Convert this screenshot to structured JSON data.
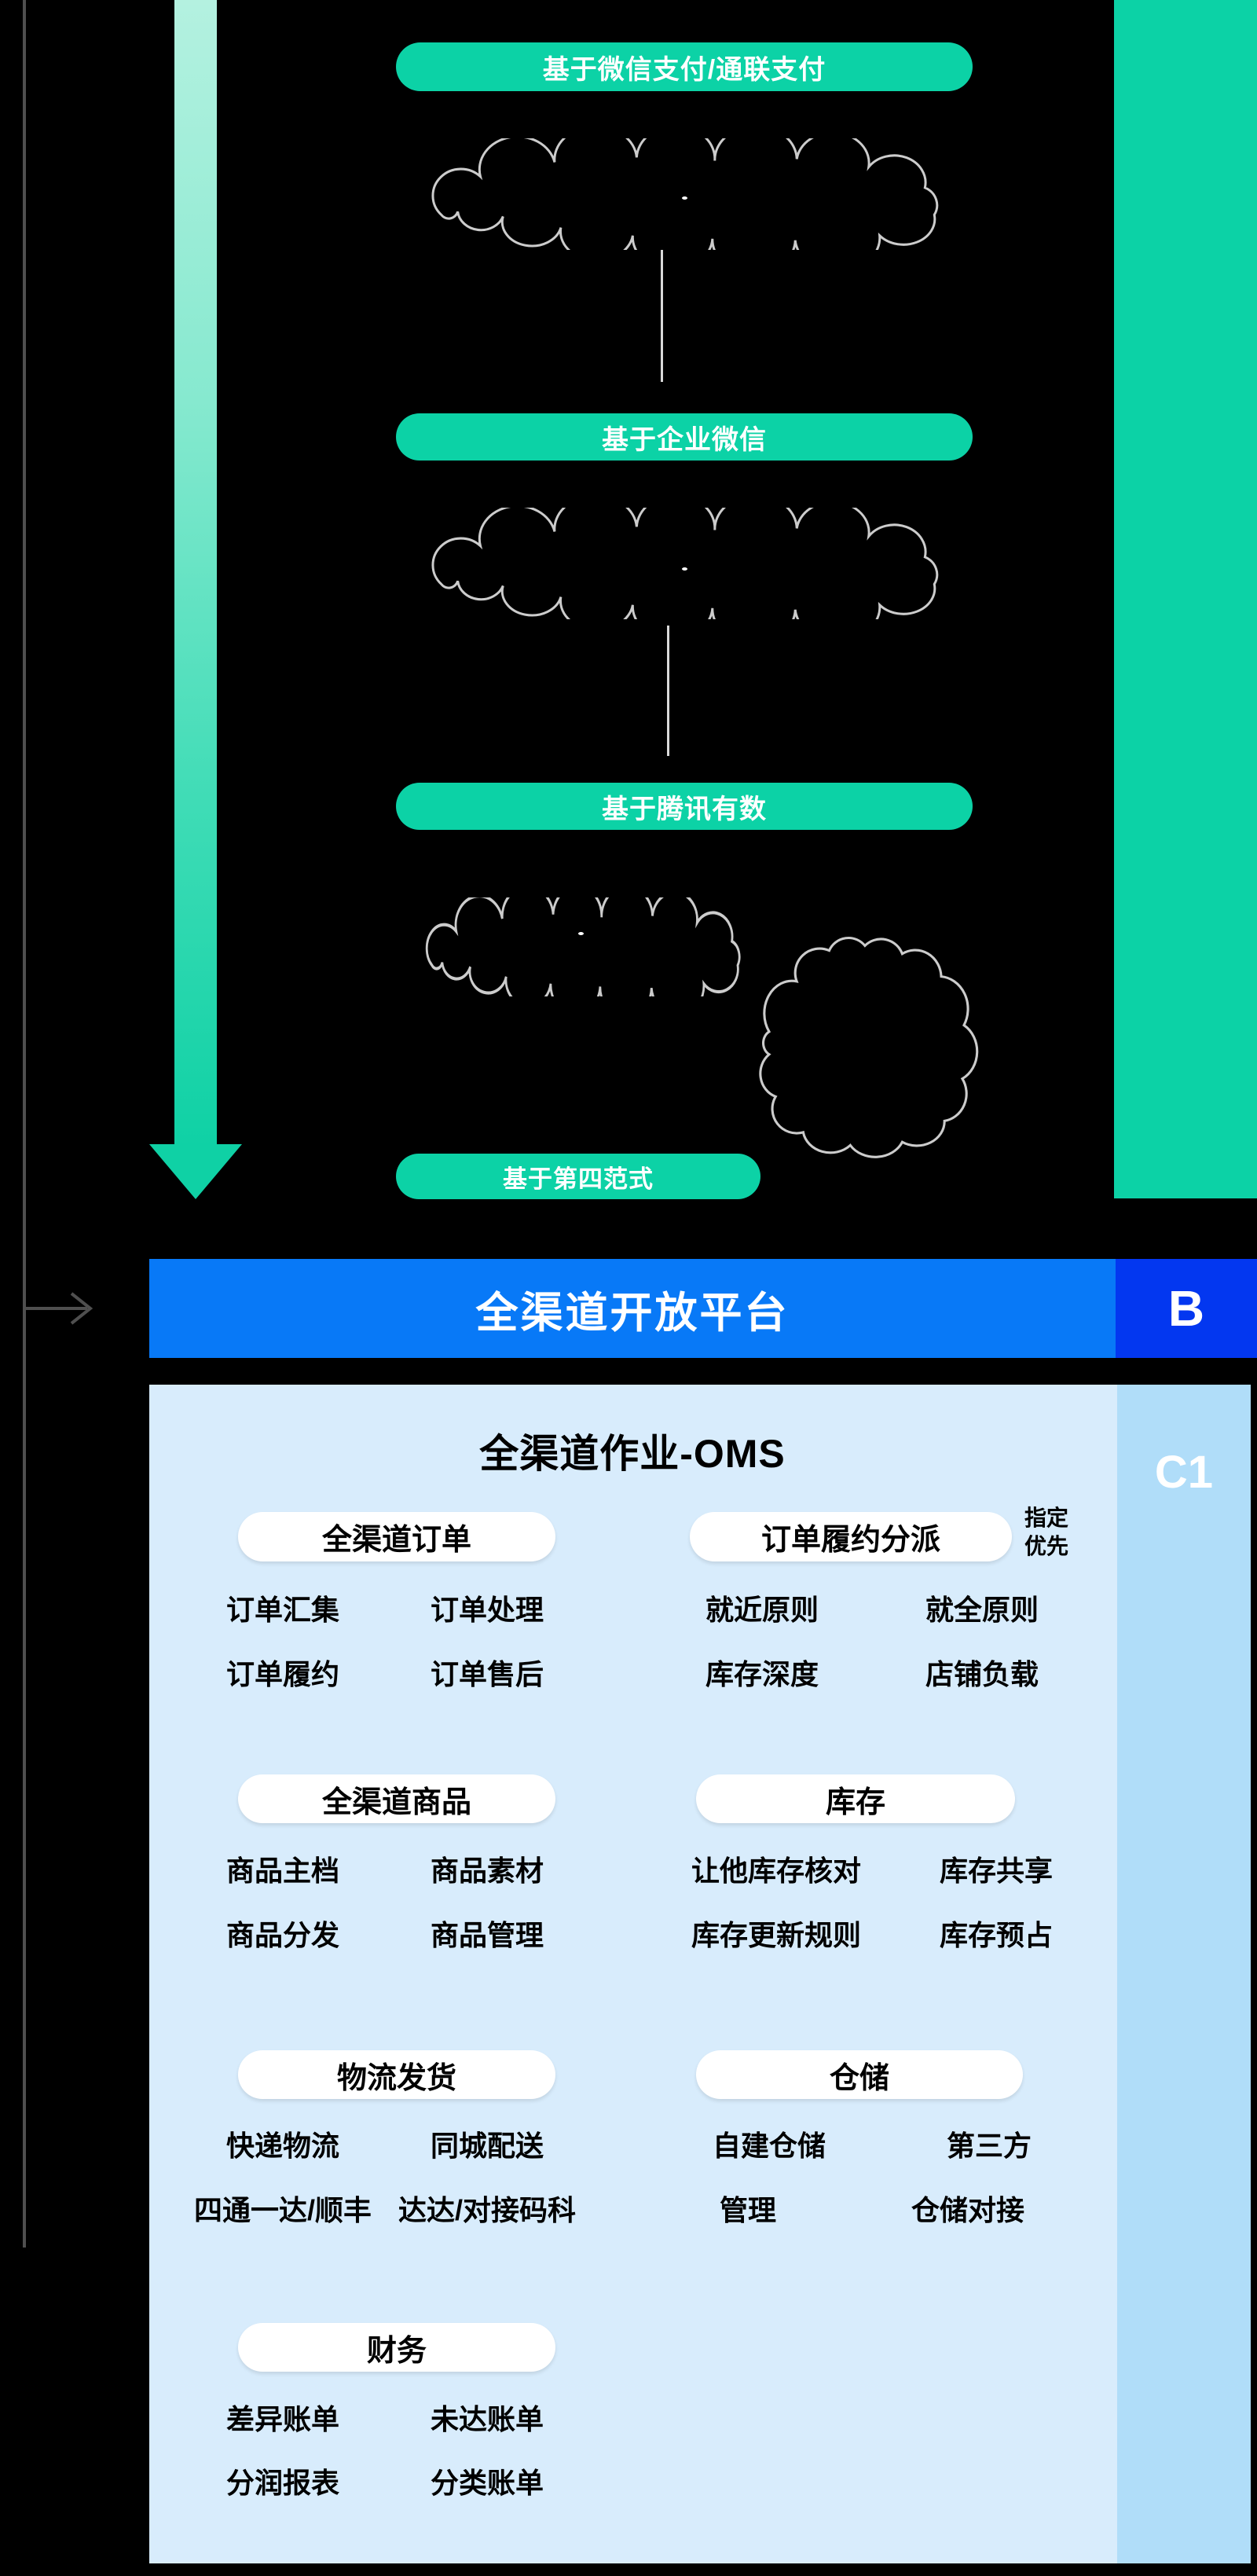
{
  "colors": {
    "teal": "#0cd2a6",
    "arrow_gradient_top": "#b4f1e0",
    "arrow_gradient_bottom": "#0fd1a5",
    "banner_blue": "#0879f7",
    "tag_blue": "#0337f0",
    "panel_bg": "#d8ecfc",
    "panel_strip": "#b0ddf9",
    "cloud_outline": "#cccccc",
    "guide_gray": "#4f4f4f",
    "background": "#000000"
  },
  "stack": {
    "pills": [
      "基于微信支付/通联支付",
      "基于企业微信",
      "基于腾讯有数",
      "基于第四范式"
    ]
  },
  "banner": {
    "title": "全渠道开放平台",
    "tag": "B"
  },
  "oms": {
    "title": "全渠道作业-OMS",
    "tag": "C1",
    "sections": [
      {
        "pills": [
          "全渠道订单",
          "订单履约分派"
        ],
        "note": [
          "指定",
          "优先"
        ],
        "rows": [
          {
            "left": [
              "订单汇集",
              "订单处理"
            ],
            "right": [
              "就近原则",
              "就全原则"
            ]
          },
          {
            "left": [
              "订单履约",
              "订单售后"
            ],
            "right": [
              "库存深度",
              "店铺负载"
            ]
          }
        ]
      },
      {
        "pills": [
          "全渠道商品",
          "库存"
        ],
        "rows": [
          {
            "left": [
              "商品主档",
              "商品素材"
            ],
            "right": [
              "让他库存核对",
              "库存共享"
            ]
          },
          {
            "left": [
              "商品分发",
              "商品管理"
            ],
            "right": [
              "库存更新规则",
              "库存预占"
            ]
          }
        ]
      },
      {
        "pills": [
          "物流发货",
          "仓储"
        ],
        "rows": [
          {
            "left": [
              "快递物流",
              "同城配送"
            ],
            "right": [
              "自建仓储",
              "第三方"
            ]
          },
          {
            "left": [
              "四通一达/顺丰",
              "达达/对接码科"
            ],
            "right": [
              "管理",
              "仓储对接"
            ]
          }
        ]
      },
      {
        "pills": [
          "财务"
        ],
        "rows": [
          {
            "left": [
              "差异账单",
              "未达账单"
            ],
            "right": []
          },
          {
            "left": [
              "分润报表",
              "分类账单"
            ],
            "right": []
          }
        ]
      }
    ]
  }
}
